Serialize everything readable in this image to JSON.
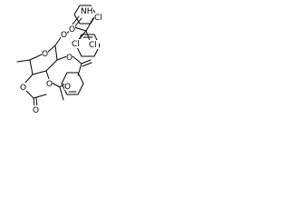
{
  "molecule": {
    "atom_labels": {
      "nh": "NH",
      "cl_1": "Cl",
      "cl_2": "Cl",
      "cl_3": "Cl",
      "o_ring": "O",
      "o_imidate": "O",
      "o_ester_top": "O",
      "o_ester_mid": "O",
      "o_ester_low": "O",
      "o_carbonyl_low": "O",
      "o_ester_bottom": "O",
      "o_carbonyl_bottom": "O"
    }
  }
}
